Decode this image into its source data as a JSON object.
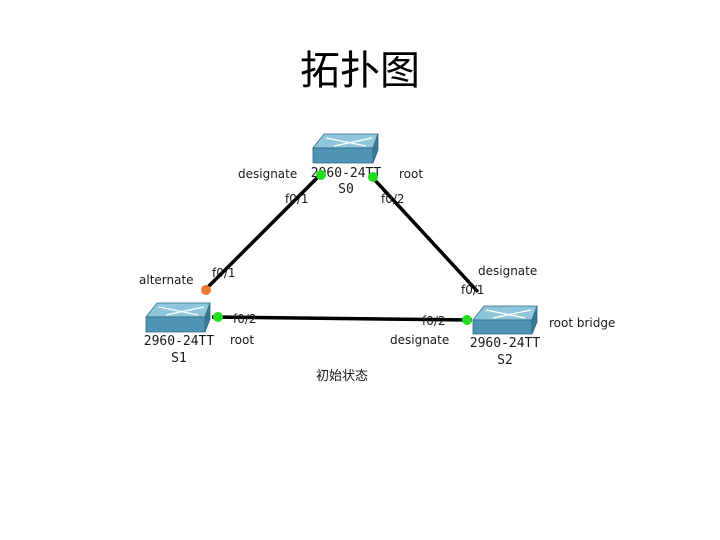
{
  "title": "拓扑图",
  "caption": "初始状态",
  "colors": {
    "link": "#000000",
    "port_forwarding": "#22dd22",
    "port_blocking": "#ee7733",
    "switch_top": "#8fc6dc",
    "switch_front": "#4f94b4",
    "switch_side": "#3a7893"
  },
  "switches": [
    {
      "id": "S0",
      "model": "2960-24TT",
      "name": "S0",
      "icon": "switch-icon"
    },
    {
      "id": "S1",
      "model": "2960-24TT",
      "name": "S1",
      "icon": "switch-icon"
    },
    {
      "id": "S2",
      "model": "2960-24TT",
      "name": "S2",
      "icon": "switch-icon",
      "note": "root bridge"
    }
  ],
  "links": [
    {
      "from": "S0",
      "to": "S1",
      "from_port": "f0/1",
      "from_role": "designate",
      "from_state": "forwarding",
      "to_port": "f0/1",
      "to_role": "alternate",
      "to_state": "blocking"
    },
    {
      "from": "S0",
      "to": "S2",
      "from_port": "f0/2",
      "from_role": "root",
      "from_state": "forwarding",
      "to_port": "f0/1",
      "to_role": "designate",
      "to_state": "forwarding"
    },
    {
      "from": "S1",
      "to": "S2",
      "from_port": "f0/2",
      "from_role": "root",
      "from_state": "forwarding",
      "to_port": "f0/2",
      "to_role": "designate",
      "to_state": "forwarding"
    }
  ]
}
